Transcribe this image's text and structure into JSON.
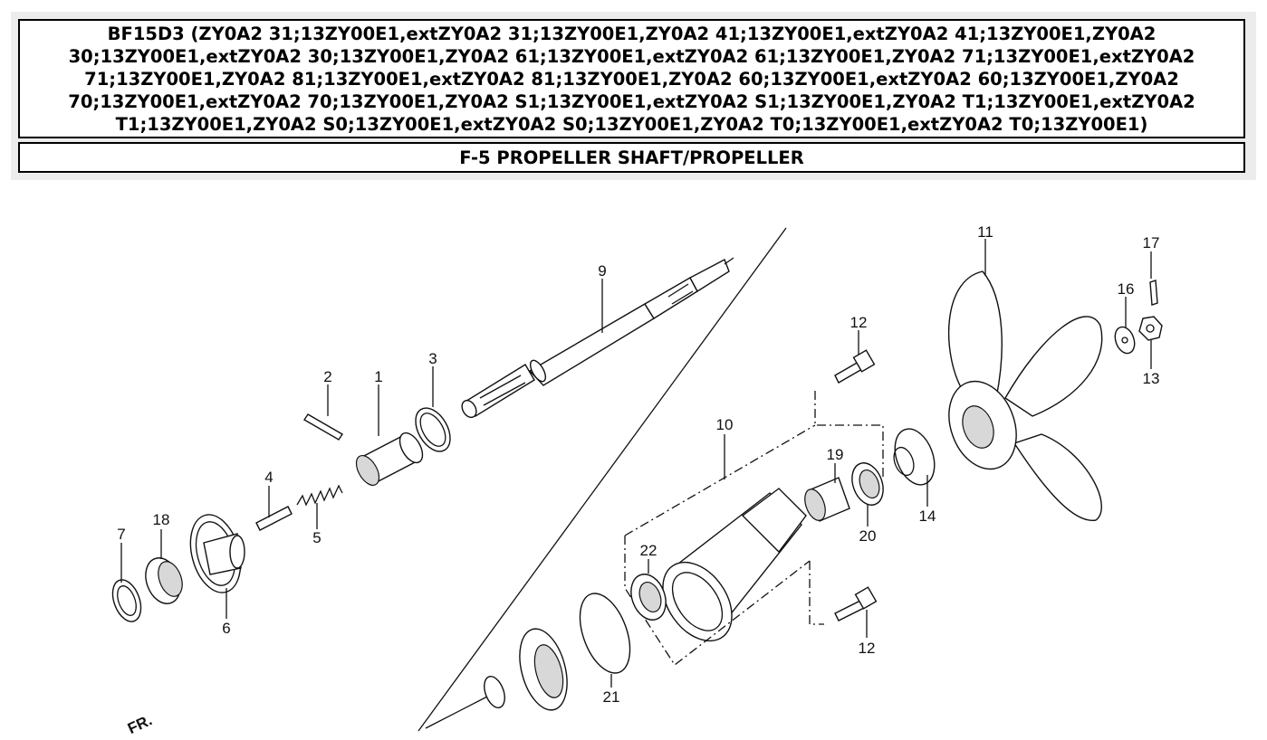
{
  "header": {
    "title": "BF15D3 (ZY0A2 31;13ZY00E1,extZY0A2 31;13ZY00E1,ZY0A2 41;13ZY00E1,extZY0A2 41;13ZY00E1,ZY0A2 30;13ZY00E1,extZY0A2 30;13ZY00E1,ZY0A2 61;13ZY00E1,extZY0A2 61;13ZY00E1,ZY0A2 71;13ZY00E1,extZY0A2 71;13ZY00E1,ZY0A2 81;13ZY00E1,extZY0A2 81;13ZY00E1,ZY0A2 60;13ZY00E1,extZY0A2 60;13ZY00E1,ZY0A2 70;13ZY00E1,extZY0A2 70;13ZY00E1,ZY0A2 S1;13ZY00E1,extZY0A2 S1;13ZY00E1,ZY0A2 T1;13ZY00E1,extZY0A2 T1;13ZY00E1,ZY0A2 S0;13ZY00E1,extZY0A2 S0;13ZY00E1,ZY0A2 T0;13ZY00E1,extZY0A2 T0;13ZY00E1)",
    "section": "F-5 PROPELLER SHAFT/PROPELLER"
  },
  "diagram": {
    "callouts": {
      "p1": "1",
      "p2": "2",
      "p3": "3",
      "p4": "4",
      "p5": "5",
      "p6": "6",
      "p7": "7",
      "p9": "9",
      "p10": "10",
      "p11": "11",
      "p12a": "12",
      "p12b": "12",
      "p13": "13",
      "p14": "14",
      "p16": "16",
      "p17": "17",
      "p18": "18",
      "p19": "19",
      "p20": "20",
      "p21": "21",
      "p22": "22"
    },
    "corner_text": "FR."
  }
}
